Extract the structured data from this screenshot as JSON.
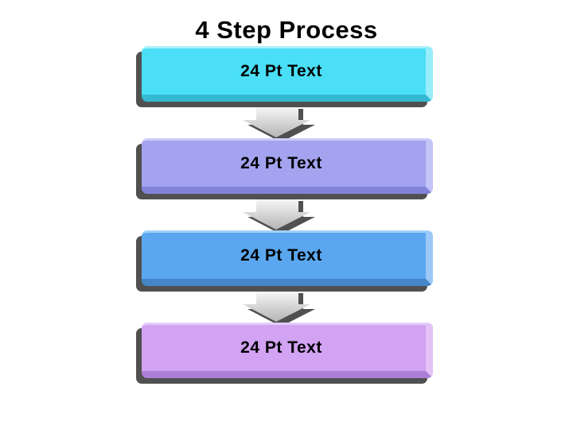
{
  "slide": {
    "title": "4 Step Process",
    "background_color": "#ffffff",
    "title_color": "#000000"
  },
  "process": {
    "steps": [
      {
        "label": "24 Pt Text",
        "colors": {
          "fill": "#4ADFF6",
          "bevel_right": "#98EDFA",
          "bevel_bottom": "#35B9D2",
          "highlight_top": "#A8F1FB"
        }
      },
      {
        "label": "24 Pt Text",
        "colors": {
          "fill": "#A3A3F0",
          "bevel_right": "#C4C4F8",
          "bevel_bottom": "#8383DA",
          "highlight_top": "#CCCCFA"
        }
      },
      {
        "label": "24 Pt Text",
        "colors": {
          "fill": "#5AA7F0",
          "bevel_right": "#9CC8F7",
          "bevel_bottom": "#4486C8",
          "highlight_top": "#A3CFF8"
        }
      },
      {
        "label": "24 Pt Text",
        "colors": {
          "fill": "#D1A3F2",
          "bevel_right": "#E3C2F8",
          "bevel_bottom": "#AD7FD6",
          "highlight_top": "#E5CBFA"
        }
      }
    ],
    "box_shadow_color": "#505050",
    "arrow": {
      "gradient_top": "#FDFDFD",
      "gradient_bottom": "#B4B4B4",
      "shadow_color": "#505050"
    }
  }
}
